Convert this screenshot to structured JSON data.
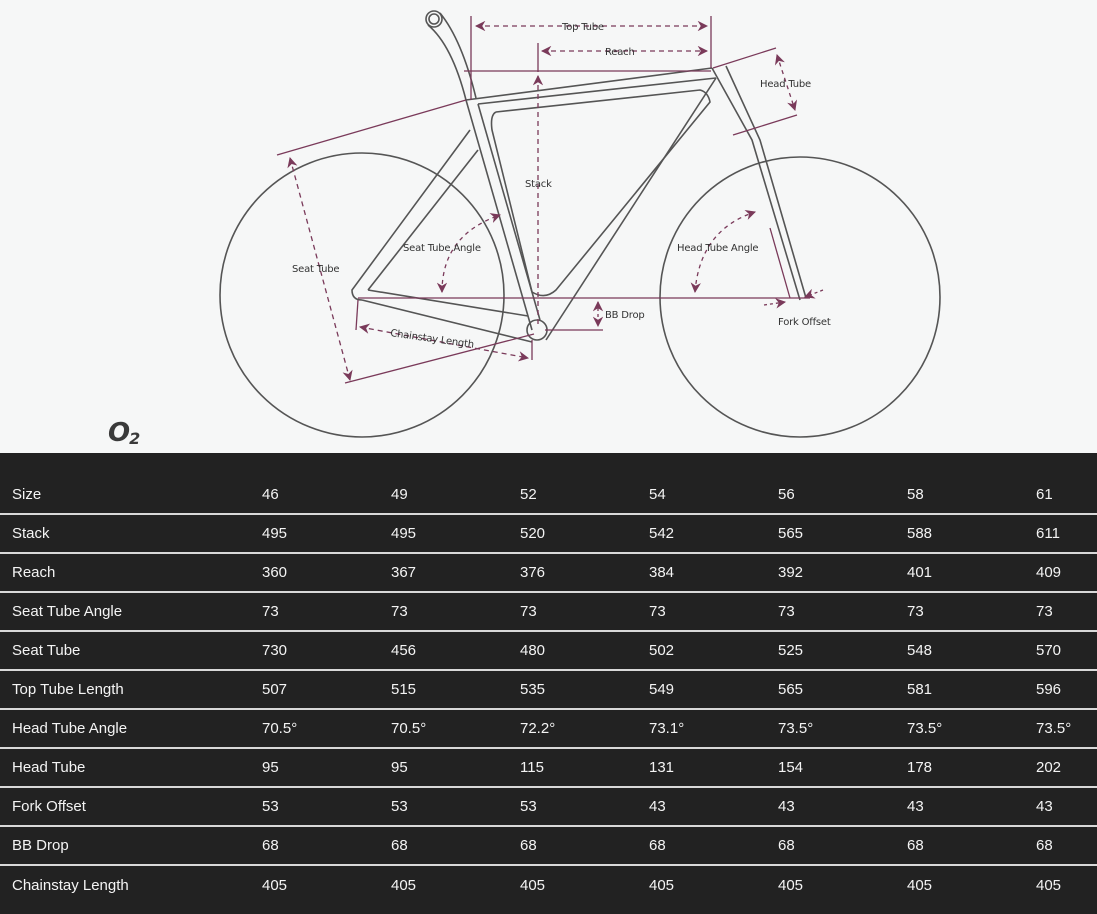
{
  "diagram": {
    "logo": {
      "main": "O",
      "sub": "2"
    },
    "labels": {
      "top_tube": "Top Tube",
      "reach": "Reach",
      "head_tube": "Head Tube",
      "stack": "Stack",
      "seat_tube": "Seat Tube",
      "seat_tube_angle": "Seat Tube Angle",
      "head_tube_angle": "Head Tube Angle",
      "bb_drop": "BB Drop",
      "fork_offset": "Fork Offset",
      "chainstay_length": "Chainstay Length"
    },
    "colors": {
      "background": "#f6f7f7",
      "frame_line": "#555555",
      "dimension_line": "#7a3a5a"
    }
  },
  "geometry_table": {
    "colors": {
      "background": "#222222",
      "text": "#f4f4f4",
      "divider": "#d9d9d9"
    },
    "rows": [
      {
        "label": "Size",
        "values": [
          "46",
          "49",
          "52",
          "54",
          "56",
          "58",
          "61"
        ]
      },
      {
        "label": "Stack",
        "values": [
          "495",
          "495",
          "520",
          "542",
          "565",
          "588",
          "611"
        ]
      },
      {
        "label": "Reach",
        "values": [
          "360",
          "367",
          "376",
          "384",
          "392",
          "401",
          "409"
        ]
      },
      {
        "label": "Seat Tube Angle",
        "values": [
          "73",
          "73",
          "73",
          "73",
          "73",
          "73",
          "73"
        ]
      },
      {
        "label": "Seat Tube",
        "values": [
          "730",
          "456",
          "480",
          "502",
          "525",
          "548",
          "570"
        ]
      },
      {
        "label": "Top Tube Length",
        "values": [
          "507",
          "515",
          "535",
          "549",
          "565",
          "581",
          "596"
        ]
      },
      {
        "label": "Head Tube Angle",
        "values": [
          "70.5°",
          "70.5°",
          "72.2°",
          "73.1°",
          "73.5°",
          "73.5°",
          "73.5°"
        ]
      },
      {
        "label": "Head Tube",
        "values": [
          "95",
          "95",
          "115",
          "131",
          "154",
          "178",
          "202"
        ]
      },
      {
        "label": "Fork Offset",
        "values": [
          "53",
          "53",
          "53",
          "43",
          "43",
          "43",
          "43"
        ]
      },
      {
        "label": "BB Drop",
        "values": [
          "68",
          "68",
          "68",
          "68",
          "68",
          "68",
          "68"
        ]
      },
      {
        "label": "Chainstay Length",
        "values": [
          "405",
          "405",
          "405",
          "405",
          "405",
          "405",
          "405"
        ]
      }
    ]
  }
}
